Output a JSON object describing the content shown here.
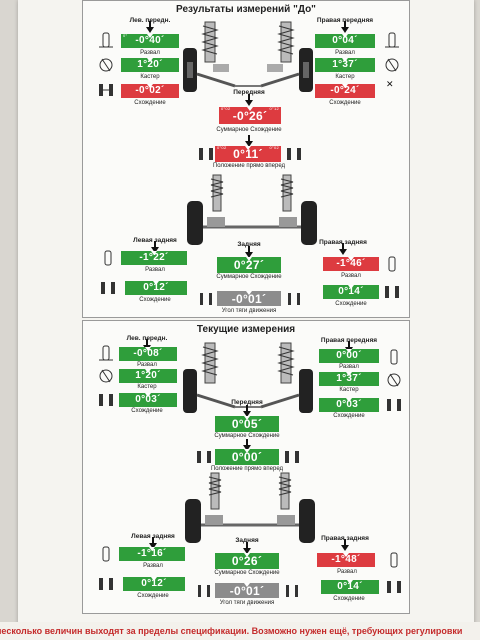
{
  "section_before": {
    "title": "Результаты измерений \"До\"",
    "front": {
      "label": "Передняя",
      "value": "-0°26´",
      "scale_left": "0°02",
      "scale_right": "0°12",
      "sub": "Суммарное Схождение"
    },
    "thrust": {
      "value": "0°11´",
      "scale_left": "0°02",
      "scale_right": "0°02",
      "sub": "Положение прямо вперед"
    },
    "left_front": {
      "heading": "Лев. передн.",
      "camber_value": "-0°40´",
      "camber_label": "Развал",
      "caster_value": "1°20´",
      "caster_label": "Кастер",
      "toe_value": "-0°02´",
      "toe_label": "Схождение"
    },
    "right_front": {
      "heading": "Правая передняя",
      "camber_value": "0°04´",
      "camber_label": "Развал",
      "caster_value": "1°37´",
      "caster_label": "Кастер",
      "toe_value": "-0°24´",
      "toe_label": "Схождение"
    },
    "rear": {
      "label": "Задняя",
      "value": "0°27´",
      "sub": "Суммарное Схождение"
    },
    "thrust_angle": {
      "value": "-0°01´",
      "sub": "Угол тяги движения"
    },
    "left_rear": {
      "heading": "Левая задняя",
      "camber_value": "-1°22´",
      "camber_label": "Развал",
      "toe_value": "0°12´",
      "toe_label": "Схождение"
    },
    "right_rear": {
      "heading": "Правая задняя",
      "camber_value": "-1°46´",
      "camber_label": "Развал",
      "toe_value": "0°14´",
      "toe_label": "Схождение"
    }
  },
  "section_current": {
    "title": "Текущие измерения",
    "front": {
      "label": "Передняя",
      "value": "0°05´",
      "sub": "Суммарное Схождение"
    },
    "thrust": {
      "value": "0°00´",
      "sub": "Положение прямо вперед"
    },
    "left_front": {
      "heading": "Лев. передн.",
      "camber_value": "-0°08´",
      "camber_label": "Развал",
      "caster_value": "1°20´",
      "caster_label": "Кастер",
      "toe_value": "0°03´",
      "toe_label": "Схождение"
    },
    "right_front": {
      "heading": "Правая передняя",
      "camber_value": "0°00´",
      "camber_label": "Развал",
      "caster_value": "1°37´",
      "caster_label": "Кастер",
      "toe_value": "0°03´",
      "toe_label": "Схождение"
    },
    "rear": {
      "label": "Задняя",
      "value": "0°26´",
      "sub": "Суммарное Схождение"
    },
    "thrust_angle": {
      "value": "-0°01´",
      "sub": "Угол тяги движения"
    },
    "left_rear": {
      "heading": "Левая задняя",
      "camber_value": "-1°16´",
      "camber_label": "Развал",
      "toe_value": "0°12´",
      "toe_label": "Схождение"
    },
    "right_rear": {
      "heading": "Правая задняя",
      "camber_value": "-1°48´",
      "camber_label": "Развал",
      "toe_value": "0°14´",
      "toe_label": "Схождение"
    }
  },
  "footer": {
    "text": "несколько величин выходят за пределы спецификации. Возможно нужен ещё, требующих регулировки"
  },
  "colors": {
    "in_spec": "#2f9e3b",
    "out_of_spec": "#dd3b40",
    "neutral": "#8c8c8c"
  },
  "icons": [
    "wheel-camber-icon",
    "caster-icon",
    "toe-icon",
    "suspension-diagram-icon",
    "cross-mark-icon"
  ]
}
